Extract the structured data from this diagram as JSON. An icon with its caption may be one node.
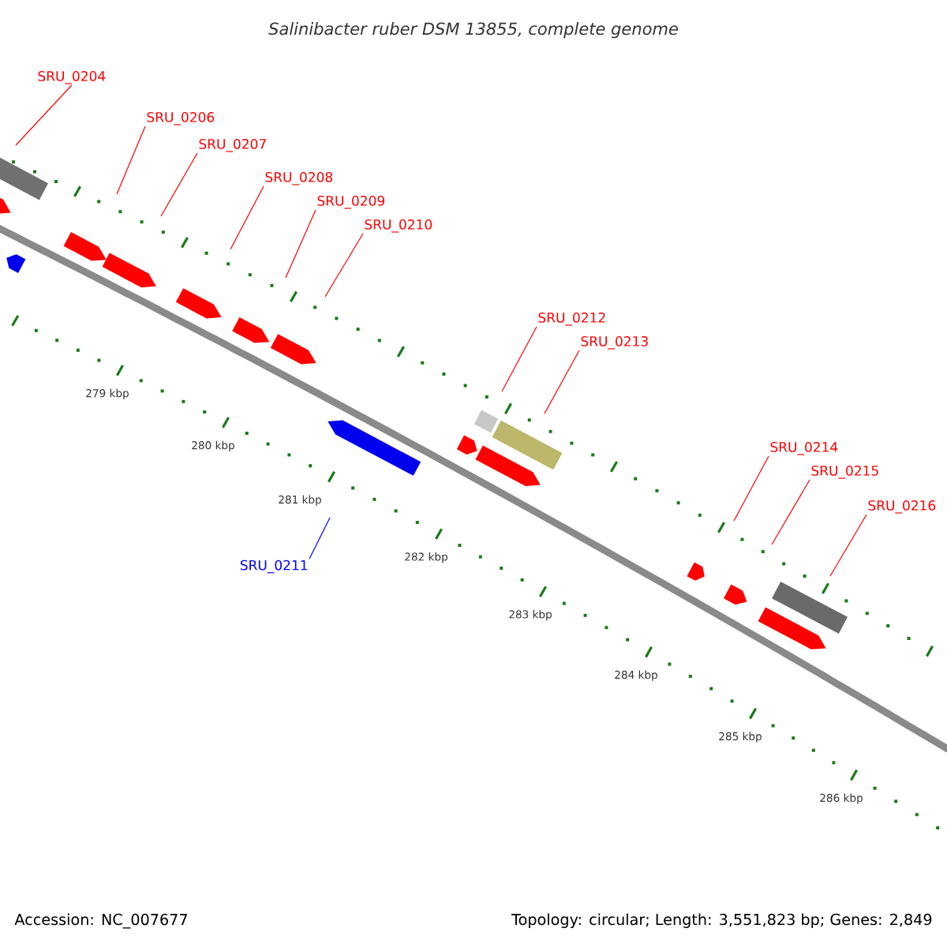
{
  "diagram": {
    "title": "Salinibacter ruber DSM 13855, complete genome",
    "nodes": [
      {
        "text": [
          "SRU_0204"
        ]
      },
      {
        "text": [
          "SRU_0206"
        ]
      },
      {
        "text": [
          "SRU_0207"
        ]
      },
      {
        "text": [
          "SRU_0208"
        ]
      },
      {
        "text": [
          "SRU_0209"
        ]
      },
      {
        "text": [
          "SRU_0210"
        ]
      },
      {
        "text": [
          "SRU_0212"
        ]
      },
      {
        "text": [
          "SRU_0213"
        ]
      },
      {
        "text": [
          "SRU_0214"
        ]
      },
      {
        "text": [
          "SRU_0215"
        ]
      },
      {
        "text": [
          "SRU_0216"
        ]
      },
      {
        "text": [
          "SRU_0211"
        ]
      }
    ],
    "edges": [
      {
        "from": 0,
        "to": null,
        "arrow": "none"
      },
      {
        "from": 1,
        "to": null,
        "arrow": "none"
      },
      {
        "from": 2,
        "to": null,
        "arrow": "none"
      },
      {
        "from": 3,
        "to": null,
        "arrow": "none"
      },
      {
        "from": 4,
        "to": null,
        "arrow": "none"
      },
      {
        "from": 5,
        "to": null,
        "arrow": "none"
      },
      {
        "from": 6,
        "to": null,
        "arrow": "none"
      },
      {
        "from": 7,
        "to": null,
        "arrow": "none"
      },
      {
        "from": 8,
        "to": null,
        "arrow": "none"
      },
      {
        "from": 9,
        "to": null,
        "arrow": "none"
      },
      {
        "from": 10,
        "to": null,
        "arrow": "none"
      },
      {
        "from": 11,
        "to": null,
        "arrow": "none",
        "color": "#0000ff"
      }
    ],
    "labels": [
      "279 kbp",
      "280 kbp",
      "281 kbp",
      "282 kbp",
      "283 kbp",
      "284 kbp",
      "285 kbp",
      "286 kbp",
      "Accession: NC_007677",
      "Topology: circular; Length: 3,551,823 bp; Genes: 2,849"
    ]
  }
}
